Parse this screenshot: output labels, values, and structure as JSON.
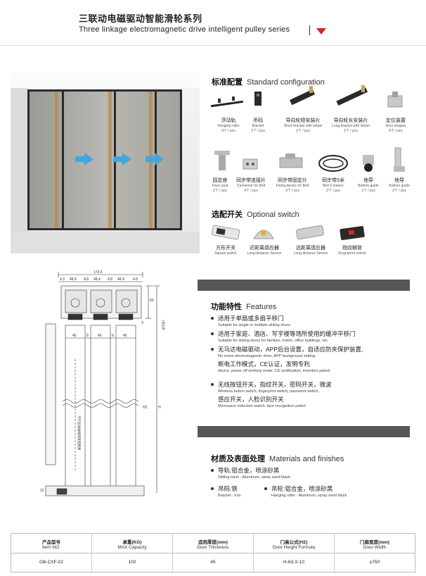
{
  "header": {
    "title_cn": "三联动电磁驱动智能滑轮系列",
    "title_en": "Three linkage electromagnetic drive intelligent pulley series"
  },
  "standard": {
    "title_cn": "标准配置",
    "title_en": "Standard configuration",
    "row1": [
      {
        "cn": "浮动轨",
        "en": "Hanging roller",
        "qty": "3个 / pcs"
      },
      {
        "cn": "吊码",
        "en": "Bracket",
        "qty": "2个 / pcs"
      },
      {
        "cn": "导向轮短安装片",
        "en": "Short bracket with wheel",
        "qty": "2个 / pcs"
      },
      {
        "cn": "导向轮长安装片",
        "en": "Long bracket with wheel",
        "qty": "2个 / pcs"
      },
      {
        "cn": "定位装置",
        "en": "Door stopper",
        "qty": "6个 / pcs"
      }
    ],
    "row2": [
      {
        "cn": "固定座",
        "en": "Fixes seat",
        "qty": "1个 / pcs"
      },
      {
        "cn": "同步带连接片",
        "en": "Connector for Belt",
        "qty": "4个 / pcs"
      },
      {
        "cn": "同步带固定片",
        "en": "Fixing device for Belt",
        "qty": "3个 / pcs"
      },
      {
        "cn": "同步带3米",
        "en": "Belt 3 meters",
        "qty": "2个 / pcs"
      },
      {
        "cn": "地导",
        "en": "Bottom guide",
        "qty": "1个 / pcs"
      },
      {
        "cn": "地导",
        "en": "Bottom guide",
        "qty": "2个 / pcs"
      }
    ]
  },
  "optional": {
    "title_cn": "选配开关",
    "title_en": "Optional switch",
    "items": [
      {
        "cn": "方形开关",
        "en": "Square switch"
      },
      {
        "cn": "近距离感应器",
        "en": "Long-distance Sensor"
      },
      {
        "cn": "远距离感应器",
        "en": "Long-distance Sensor"
      },
      {
        "cn": "指纹解锁",
        "en": "Fingerprint unlock"
      }
    ]
  },
  "features": {
    "title_cn": "功能特性",
    "title_en": "Features",
    "items": [
      {
        "lines": [
          {
            "cn": "适用于单扇或多扇平移门",
            "en": "Suitable for single or multiple sliding doors"
          }
        ]
      },
      {
        "lines": [
          {
            "cn": "适用于家庭、酒店、写字楼等场所使用的缓冲平移门",
            "en": "Suitable for sliding doors for families, hotels, office buildings, etc."
          }
        ]
      },
      {
        "lines": [
          {
            "cn": "无马达电磁驱动，APP后台设置，自适应防夹保护装置,",
            "en": "No motor electromagnetic drive, APP background setting."
          },
          {
            "cn": "断电工作模式，CE认证，发明专利",
            "en": "device, power-off working mode, CE certification, invention patent"
          }
        ]
      },
      {
        "lines": [
          {
            "cn": "无线按钮开关，指纹开关，密码开关，微波",
            "en": "Wireless button switch, fingerprint switch, password switch,"
          },
          {
            "cn": "感应开关，人脸识别开关",
            "en": "Microwave induction switch, face recognition switch"
          }
        ]
      }
    ]
  },
  "materials": {
    "title_cn": "材质及表面处理",
    "title_en": "Materials and finishes",
    "track_cn": "导轨:铝合金，喷涂砂黑",
    "track_en": "Sliding track : Aluminum, spray sand black",
    "bracket_cn": "吊码:铁",
    "bracket_en": "Bracket : Iron",
    "roller_cn": "吊轮:铝合金，喷涂砂黑",
    "roller_en": "Hanging roller : Aluminum, spray sand black"
  },
  "drawing": {
    "dims": [
      "173.6",
      "4.3",
      "48.4",
      "4.8",
      "48.4",
      "4.8",
      "48.4",
      "4.8",
      "83",
      "X",
      "45",
      "8",
      "45",
      "8",
      "45",
      "H2",
      "H",
      "22"
    ],
    "side_note": "平行运动轴线到底面距离",
    "xnote": "X值见表"
  },
  "table": {
    "headers": [
      {
        "cn": "产品型号",
        "en": "Item NO."
      },
      {
        "cn": "承重(KG)",
        "en": "MAX Capacity"
      },
      {
        "cn": "适用厚度(mm)",
        "en": "Door Thickness"
      },
      {
        "cn": "门高公式(H2)",
        "en": "Door Height Formula"
      },
      {
        "cn": "门扇宽度(mm)",
        "en": "Door Width"
      }
    ],
    "values": [
      "GB-CXF-02",
      "100",
      "45",
      "H-63-X-10",
      "≥750"
    ]
  },
  "colors": {
    "accent": "#d6262c",
    "arrow": "#3fa7df",
    "bar": "#575757"
  }
}
